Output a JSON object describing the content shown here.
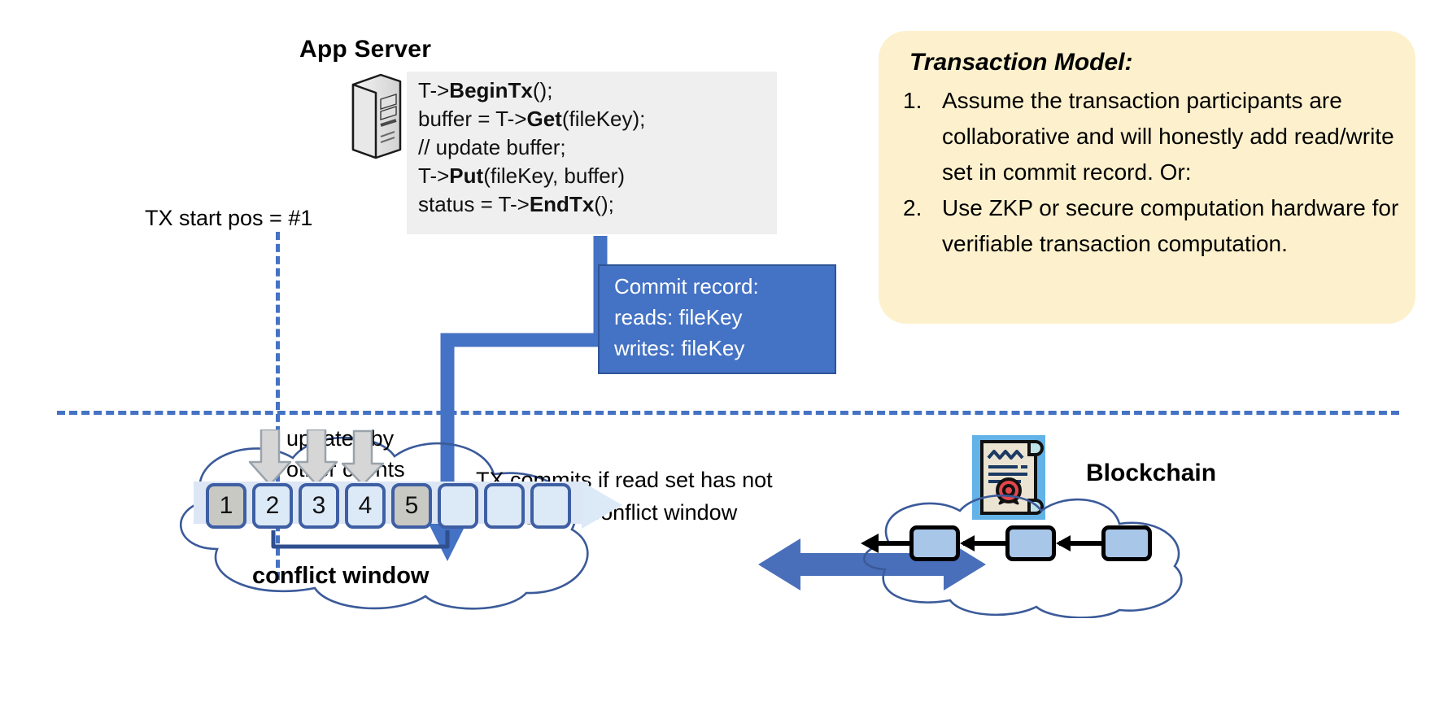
{
  "app_server": {
    "title": "App Server",
    "icon": "server-tower-icon",
    "code_lines": [
      {
        "pre": "T->",
        "bold": "BeginTx",
        "post": "();"
      },
      {
        "pre": "buffer = T->",
        "bold": "Get",
        "post": "(fileKey);"
      },
      {
        "pre": "// update buffer;",
        "bold": "",
        "post": ""
      },
      {
        "pre": "T->",
        "bold": "Put",
        "post": "(fileKey, buffer)"
      },
      {
        "pre": "status = T->",
        "bold": "EndTx",
        "post": "();"
      }
    ]
  },
  "tx_start": {
    "label": "TX start pos = #1"
  },
  "commit_record": {
    "title": "Commit record:",
    "reads": "reads: fileKey",
    "writes": "writes: fileKey",
    "fill_color": "#4472c4"
  },
  "transaction_model": {
    "title": "Transaction Model:",
    "background": "#fdf1cd",
    "items": [
      {
        "num": "1.",
        "text": "Assume the transaction participants are collaborative and will honestly add read/write set in commit record.  Or:"
      },
      {
        "num": "2.",
        "text": "Use ZKP or secure computation hardware for verifiable transaction computation."
      }
    ]
  },
  "ledger": {
    "updates_label": "updates by\nother clients",
    "commits_label": "TX commits if read set has not\nchanged in conflict window",
    "conflict_window_label": "conflict window",
    "cells": [
      {
        "value": "1",
        "state": "filled"
      },
      {
        "value": "2",
        "state": "empty"
      },
      {
        "value": "3",
        "state": "empty"
      },
      {
        "value": "4",
        "state": "empty"
      },
      {
        "value": "5",
        "state": "filled"
      },
      {
        "value": "",
        "state": "empty"
      },
      {
        "value": "",
        "state": "empty"
      },
      {
        "value": "",
        "state": "empty"
      }
    ],
    "gray_arrow_count": 3,
    "accent_color": "#4472c4",
    "cell_border_color": "#3e5fa3",
    "cell_fill_color": "#dce9f7",
    "cell_filled_color": "#c9c9c3"
  },
  "blockchain": {
    "label": "Blockchain",
    "icon": "certificate-seal-icon",
    "exchange_arrow": "double-headed-arrow-icon",
    "block_count": 3,
    "block_fill": "#a8c6e8"
  }
}
